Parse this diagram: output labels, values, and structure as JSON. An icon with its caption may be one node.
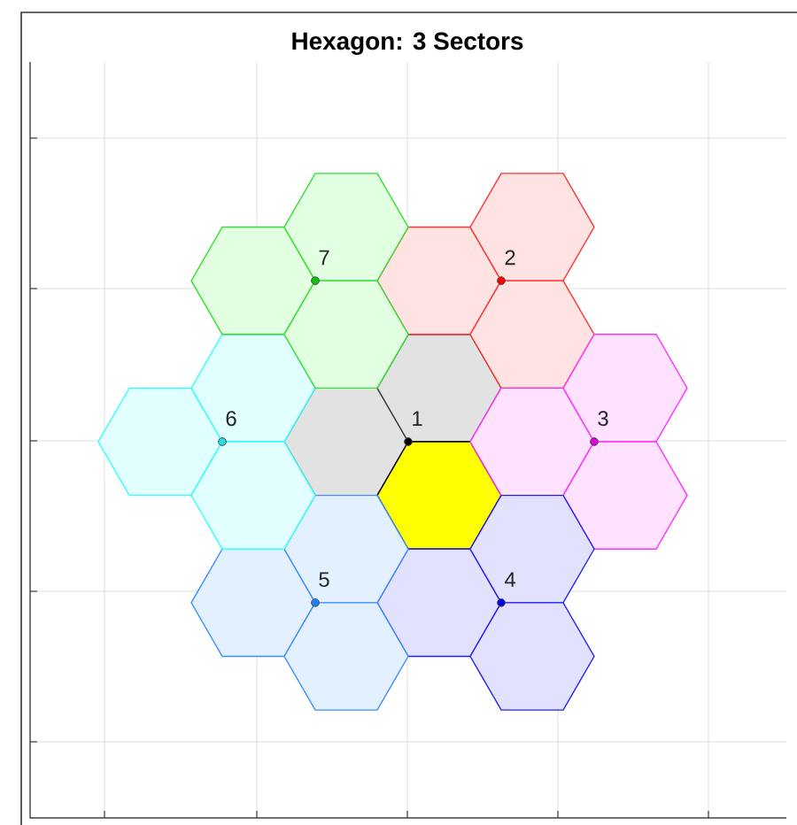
{
  "diagram": {
    "title": "Hexagon: 3 Sectors",
    "labels": [
      "7",
      "2",
      "6",
      "1",
      "3",
      "5",
      "4"
    ]
  }
}
